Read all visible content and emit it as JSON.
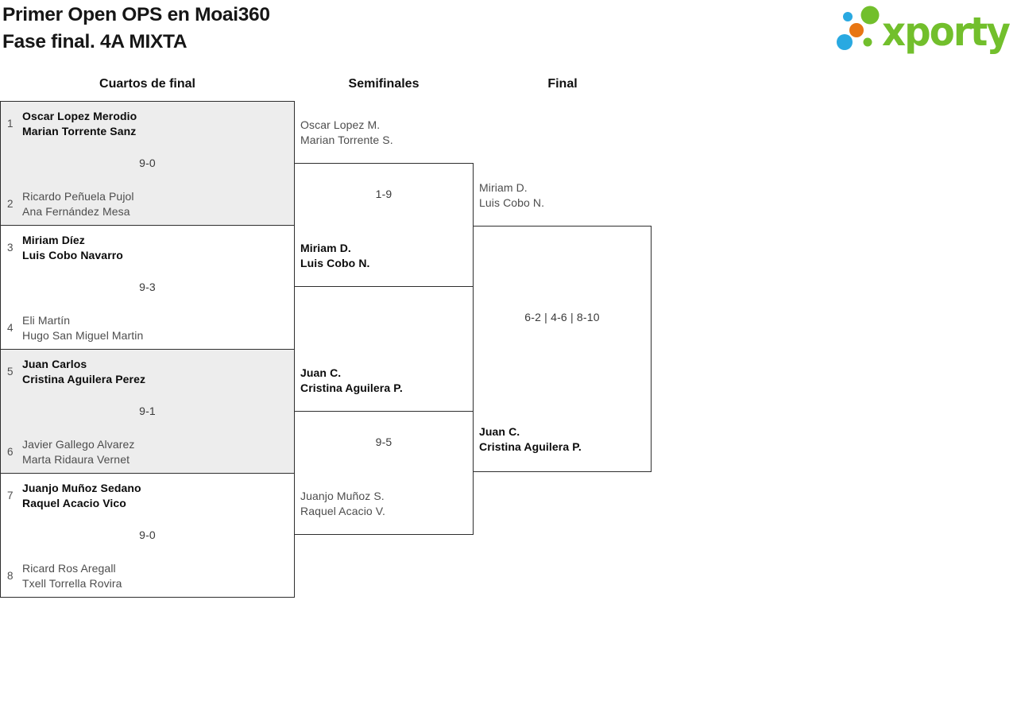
{
  "header": {
    "title_line1": "Primer Open OPS en Moai360",
    "title_line2": "Fase final. 4A MIXTA",
    "logo_text": "xporty"
  },
  "logo": {
    "colors": {
      "green": "#72bf2c",
      "blue": "#29a9e1",
      "orange": "#e87613"
    }
  },
  "columns": {
    "quarterfinals": "Cuartos de final",
    "semifinals": "Semifinales",
    "final": "Final"
  },
  "bracket": {
    "quarterfinals": [
      {
        "seed_top": "1",
        "seed_bottom": "2",
        "score": "9-0",
        "top": {
          "players": [
            "Oscar Lopez Merodio",
            "Marian Torrente Sanz"
          ],
          "winner": true
        },
        "bottom": {
          "players": [
            "Ricardo Peñuela Pujol",
            "Ana Fernández Mesa"
          ],
          "winner": false
        }
      },
      {
        "seed_top": "3",
        "seed_bottom": "4",
        "score": "9-3",
        "top": {
          "players": [
            "Miriam Díez",
            "Luis Cobo Navarro"
          ],
          "winner": true
        },
        "bottom": {
          "players": [
            "Eli Martín",
            "Hugo San Miguel Martin"
          ],
          "winner": false
        }
      },
      {
        "seed_top": "5",
        "seed_bottom": "6",
        "score": "9-1",
        "top": {
          "players": [
            "Juan Carlos",
            "Cristina Aguilera Perez"
          ],
          "winner": true
        },
        "bottom": {
          "players": [
            "Javier Gallego Alvarez",
            "Marta Ridaura Vernet"
          ],
          "winner": false
        }
      },
      {
        "seed_top": "7",
        "seed_bottom": "8",
        "score": "9-0",
        "top": {
          "players": [
            "Juanjo Muñoz Sedano",
            "Raquel Acacio Vico"
          ],
          "winner": true
        },
        "bottom": {
          "players": [
            "Ricard Ros Aregall",
            "Txell Torrella Rovira"
          ],
          "winner": false
        }
      }
    ],
    "semifinals": [
      {
        "score": "1-9",
        "top": {
          "players": [
            "Oscar Lopez M.",
            "Marian Torrente S."
          ],
          "winner": false
        },
        "bottom": {
          "players": [
            "Miriam D.",
            "Luis Cobo N."
          ],
          "winner": true
        }
      },
      {
        "score": "9-5",
        "top": {
          "players": [
            "Juan C.",
            "Cristina Aguilera P."
          ],
          "winner": true
        },
        "bottom": {
          "players": [
            "Juanjo Muñoz S.",
            "Raquel Acacio V."
          ],
          "winner": false
        }
      }
    ],
    "final": {
      "score": "6-2 | 4-6 | 8-10",
      "top": {
        "players": [
          "Miriam D.",
          "Luis Cobo N."
        ],
        "winner": false
      },
      "bottom": {
        "players": [
          "Juan C.",
          "Cristina Aguilera P."
        ],
        "winner": true
      }
    }
  }
}
